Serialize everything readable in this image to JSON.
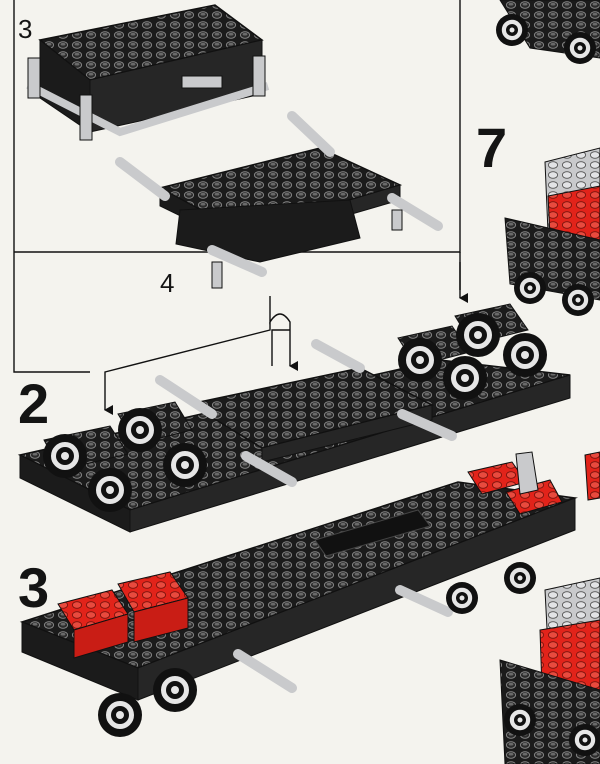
{
  "step_labels": {
    "inset_3": "3",
    "inset_4": "4",
    "step_7": "7",
    "step_2": "2",
    "step_3": "3"
  },
  "colors": {
    "background": "#f4f3ee",
    "black_brick": "#1b1b1b",
    "stud": "#5a5a5a",
    "light_gray": "#c9cacc",
    "red_brick": "#e2231a",
    "line": "#111111"
  },
  "icons": [
    "wheel-icon",
    "stud-icon",
    "arrow-icon"
  ]
}
